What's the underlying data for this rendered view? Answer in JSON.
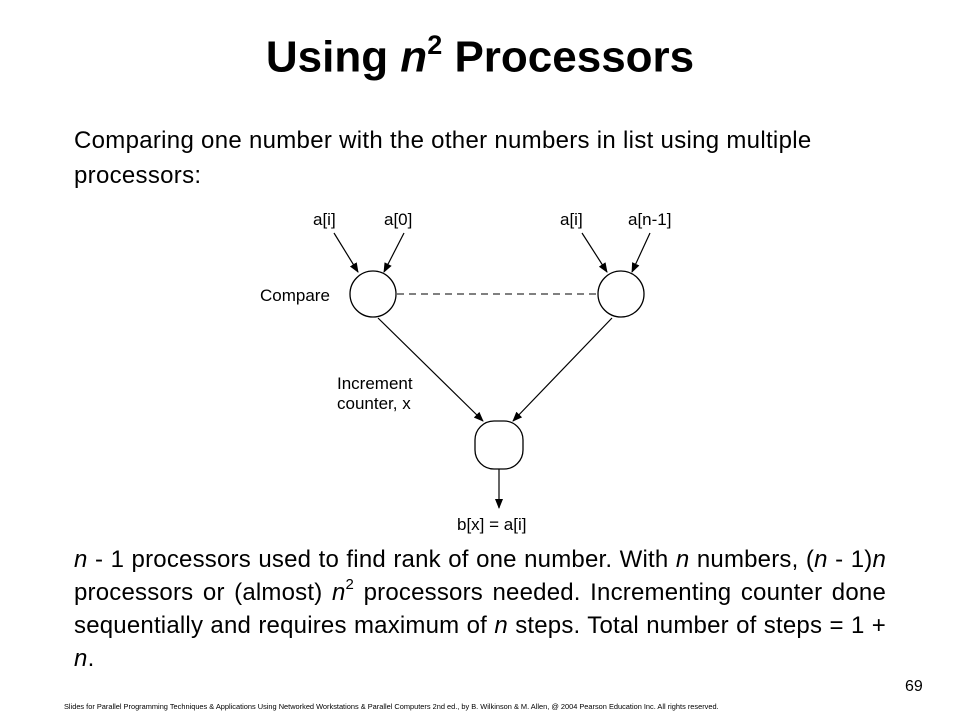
{
  "title": {
    "prefix": "Using ",
    "var": "n",
    "exp": "2",
    "suffix": " Processors"
  },
  "intro": "Comparing one number with the other numbers in list using multiple processors:",
  "diagram": {
    "left_input_1": "a[i]",
    "left_input_2": "a[0]",
    "right_input_1": "a[i]",
    "right_input_2": "a[n-1]",
    "compare_label": "Compare",
    "increment_label_1": "Increment",
    "increment_label_2": "counter, x",
    "output_label": "b[x] = a[i]"
  },
  "body": {
    "t1": "n",
    "t2": " - 1 processors used to find rank of one number. With ",
    "t3": "n",
    "t4": " numbers, (",
    "t5": "n",
    "t6": " - 1)",
    "t7": "n",
    "t8": " processors or (almost) ",
    "t9": "n",
    "t10": "2",
    "t11": " processors needed. Incrementing counter done sequentially and requires maximum of ",
    "t12": "n",
    "t13": " steps. Total number of steps = 1 + ",
    "t14": "n",
    "t15": "."
  },
  "page_number": "69",
  "footer": "Slides for Parallel Programming Techniques & Applications Using Networked Workstations & Parallel Computers 2nd ed., by B. Wilkinson & M. Allen, @ 2004 Pearson Education Inc. All rights reserved."
}
